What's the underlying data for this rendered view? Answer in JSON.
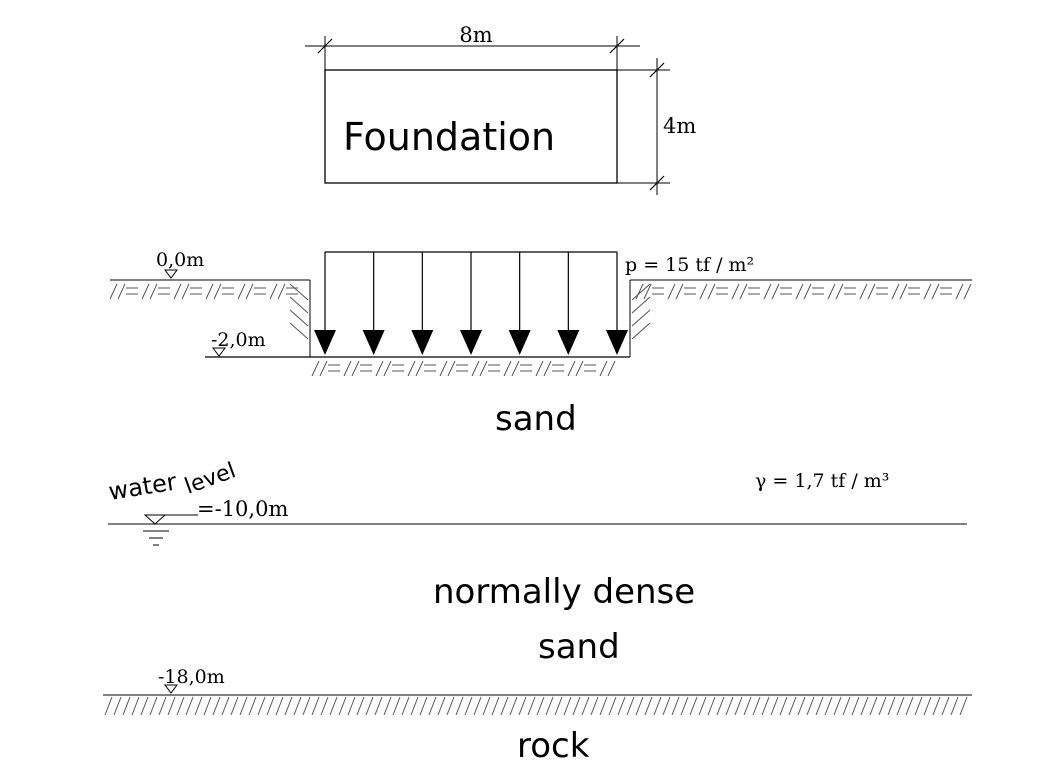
{
  "foundation_plan": {
    "label": "Foundation",
    "width_label": "8m",
    "length_label": "4m"
  },
  "levels": {
    "ground": "0,0m",
    "foundation_base": "-2,0m",
    "water": "=-10,0m",
    "rock_top": "-18,0m"
  },
  "load_label": "p = 15 tf / m²",
  "unit_weight_label": "γ = 1,7 tf / m³",
  "water_label_1": "water",
  "water_label_2": "level",
  "layers": {
    "sand": "sand",
    "dense_sand_line1": "normally dense",
    "dense_sand_line2": "sand",
    "rock": "rock"
  },
  "load_arrow_count": 7,
  "colors": {
    "line": "#000000",
    "hatch": "#555555",
    "background": "#ffffff"
  }
}
